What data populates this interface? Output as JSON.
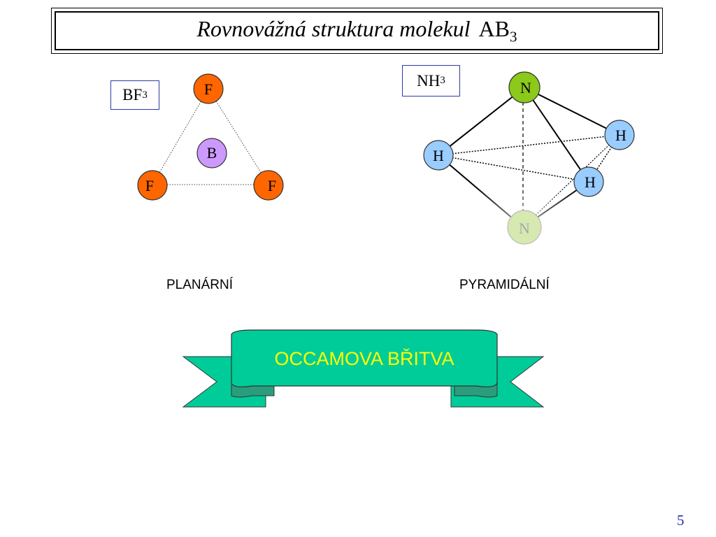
{
  "title": {
    "italic_text": "Rovnovážná struktura molekul",
    "formula_base": "AB",
    "formula_sub": "3"
  },
  "bf3": {
    "label_base": "BF",
    "label_sub": "3",
    "caption": "PLANÁRNÍ",
    "atoms": {
      "top": "F",
      "center": "B",
      "left": "F",
      "right": "F"
    }
  },
  "nh3": {
    "label_base": "NH",
    "label_sub": "3",
    "caption": "PYRAMIDÁLNÍ",
    "atoms": {
      "top": "N",
      "left_h": "H",
      "right_h": "H",
      "front_h": "H",
      "mirror": "N"
    }
  },
  "banner": {
    "text": "OCCAMOVA BŘITVA"
  },
  "page_number": "5",
  "colors": {
    "fluorine": "#ff6600",
    "boron": "#cc99ff",
    "nitrogen": "#8bc91a",
    "nitrogen_faded": "#d6e9b0",
    "hydrogen": "#99ccff",
    "banner_fill": "#00cc99",
    "banner_text": "#ffff00",
    "outline": "#333333"
  }
}
